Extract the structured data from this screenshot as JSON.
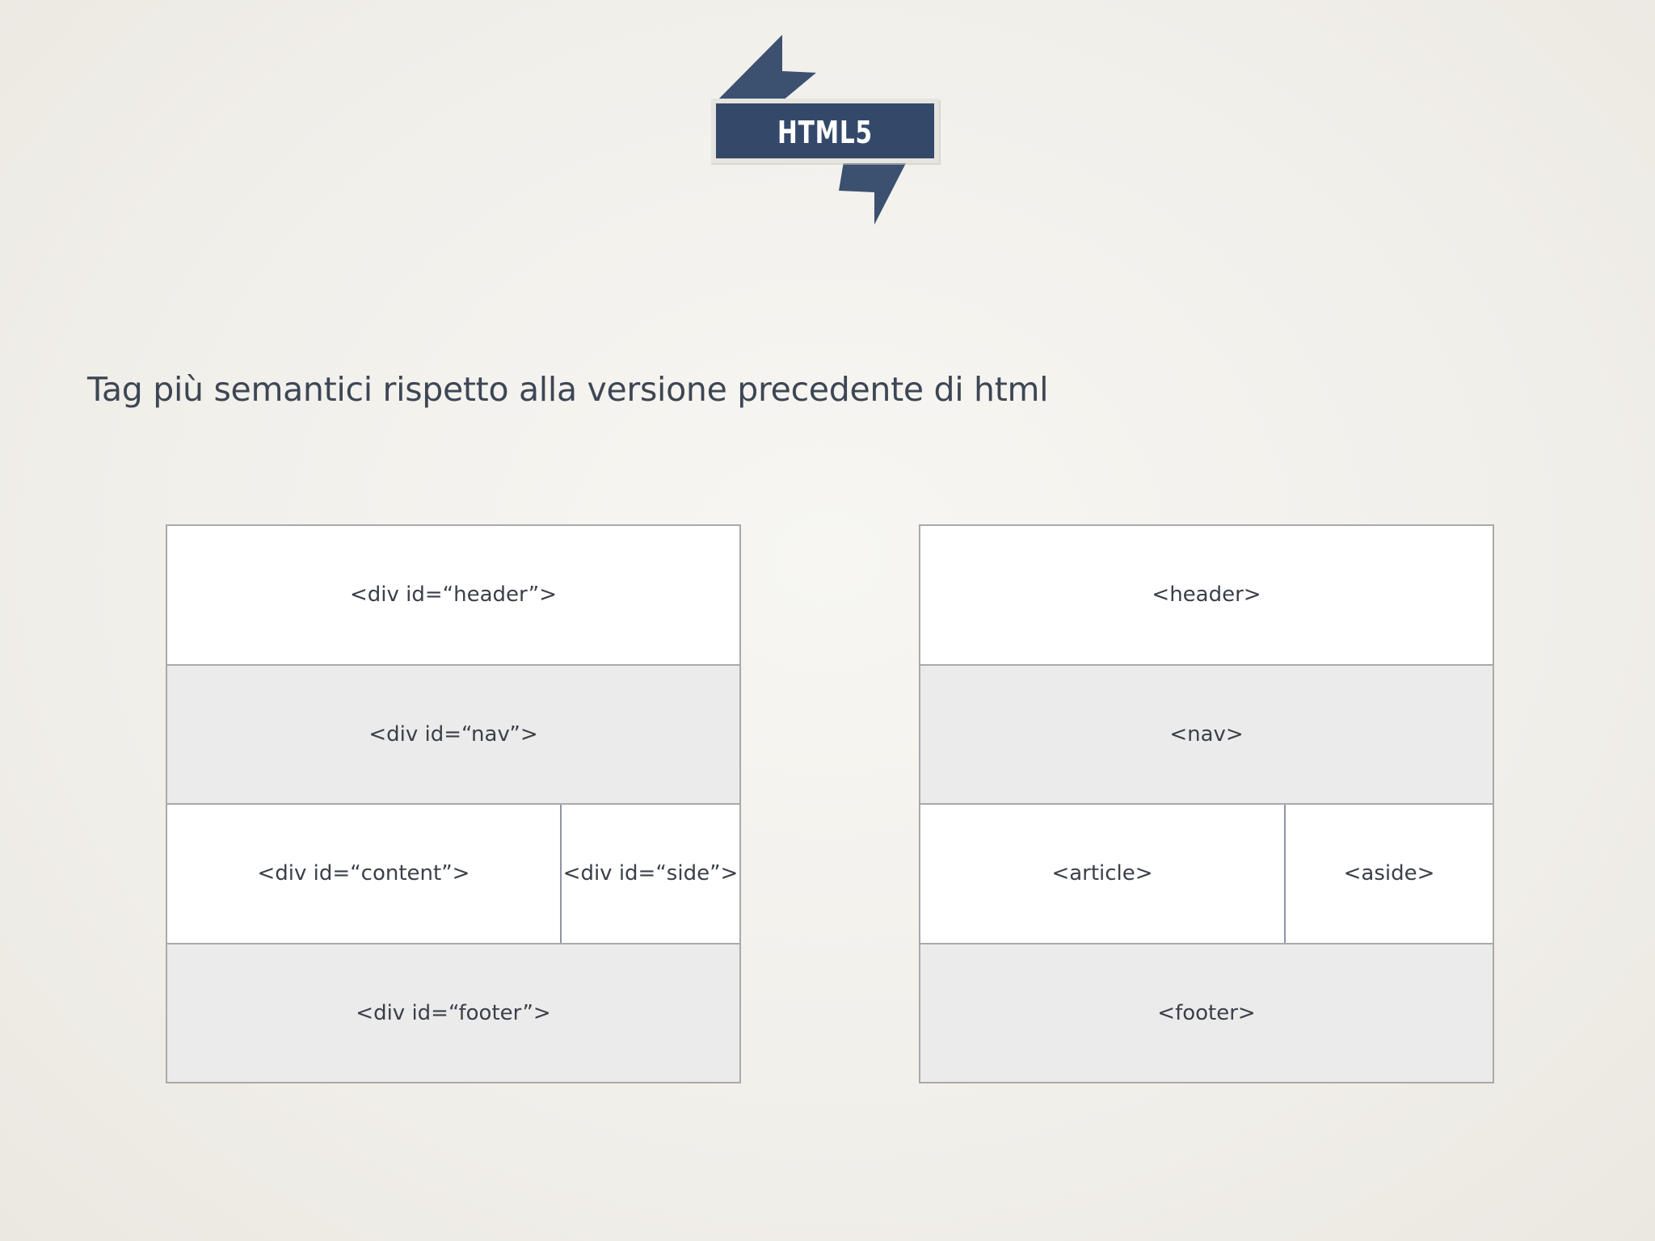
{
  "banner": {
    "label": "HTML5",
    "color": "#34496a"
  },
  "subtitle": "Tag più semantici rispetto alla versione precedente di html",
  "old_layout": {
    "header": "<div id=“header”>",
    "nav": "<div id=“nav”>",
    "content": "<div id=“content”>",
    "side": "<div id=“side”>",
    "footer": "<div id=“footer”>"
  },
  "new_layout": {
    "header": "<header>",
    "nav": "<nav>",
    "article": "<article>",
    "aside": "<aside>",
    "footer": "<footer>"
  }
}
